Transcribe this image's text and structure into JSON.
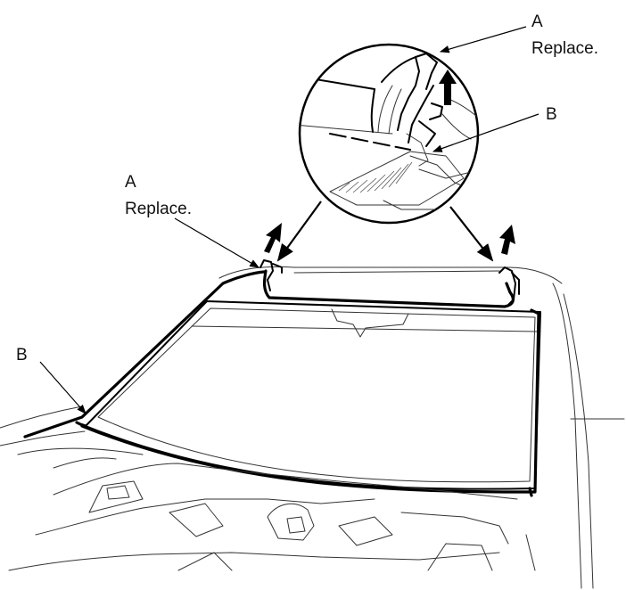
{
  "diagram": {
    "labels": {
      "a_top_letter": "A",
      "a_top_text": "Replace.",
      "b_inset": "B",
      "a_left_letter": "A",
      "a_left_text": "Replace.",
      "b_left": "B"
    },
    "icons": {
      "pull_arrow": "arrow-up-icon",
      "leader_arrow": "arrowhead-icon"
    },
    "colors": {
      "line": "#000000",
      "background": "#ffffff"
    }
  }
}
